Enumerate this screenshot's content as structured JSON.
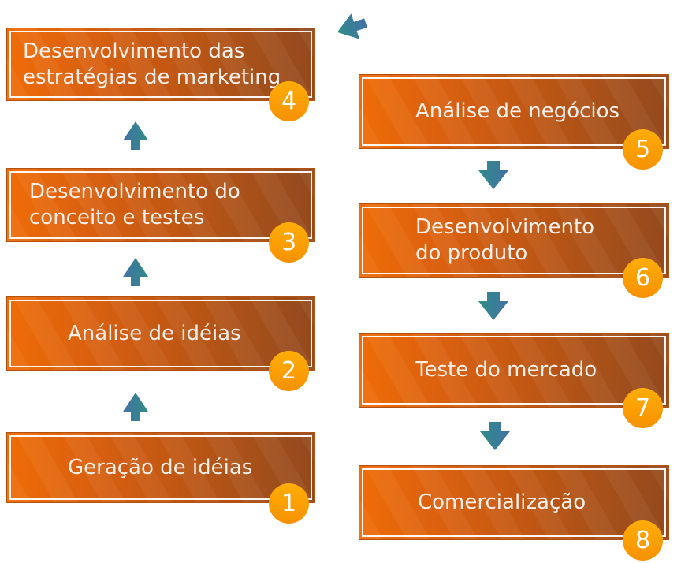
{
  "diagram": {
    "steps": [
      {
        "number": "1",
        "lines": [
          "Geração de idéias"
        ]
      },
      {
        "number": "2",
        "lines": [
          "Análise de idéias"
        ]
      },
      {
        "number": "3",
        "lines": [
          "Desenvolvimento do",
          "conceito e testes"
        ]
      },
      {
        "number": "4",
        "lines": [
          "Desenvolvimento das",
          "estratégias de marketing"
        ]
      },
      {
        "number": "5",
        "lines": [
          "Análise de negócios"
        ]
      },
      {
        "number": "6",
        "lines": [
          "Desenvolvimento",
          "do produto"
        ]
      },
      {
        "number": "7",
        "lines": [
          "Teste do mercado"
        ]
      },
      {
        "number": "8",
        "lines": [
          "Comercialização"
        ]
      }
    ],
    "colors": {
      "box_gradient_left": "#EF6C07",
      "box_gradient_right": "#93491E",
      "box_border": "#B55110",
      "inner_frame": "#FFFFFF",
      "badge_fill": "#FA9A03",
      "badge_text": "#FFFFFF",
      "step_text": "#FAEFE9",
      "arrow_blue": "#4470A6",
      "arrow_teal": "#2F8D87",
      "background": "#FFFFFF"
    }
  }
}
